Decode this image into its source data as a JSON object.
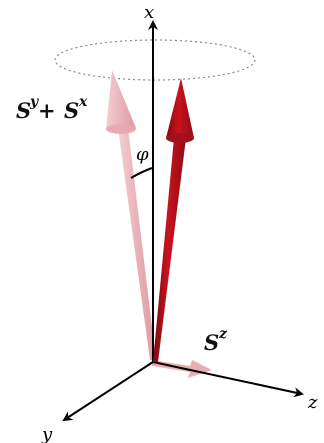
{
  "axes": {
    "x_label": "x",
    "y_label": "y",
    "z_label": "z"
  },
  "labels": {
    "transverse_base": "S",
    "transverse_sup_1": "y",
    "transverse_plus": " + ",
    "transverse_base_2": "S",
    "transverse_sup_2": "x",
    "longitudinal_base": "S",
    "longitudinal_sup": "z",
    "angle": "φ"
  },
  "colors": {
    "axis": "#000000",
    "main_arrow": "#b5121b",
    "main_arrow_dark": "#7a0a10",
    "ghost_arrow": "#e7aab0",
    "ghost_arrow_dark": "#d98f97",
    "precession_circle": "#8a8a8a"
  }
}
